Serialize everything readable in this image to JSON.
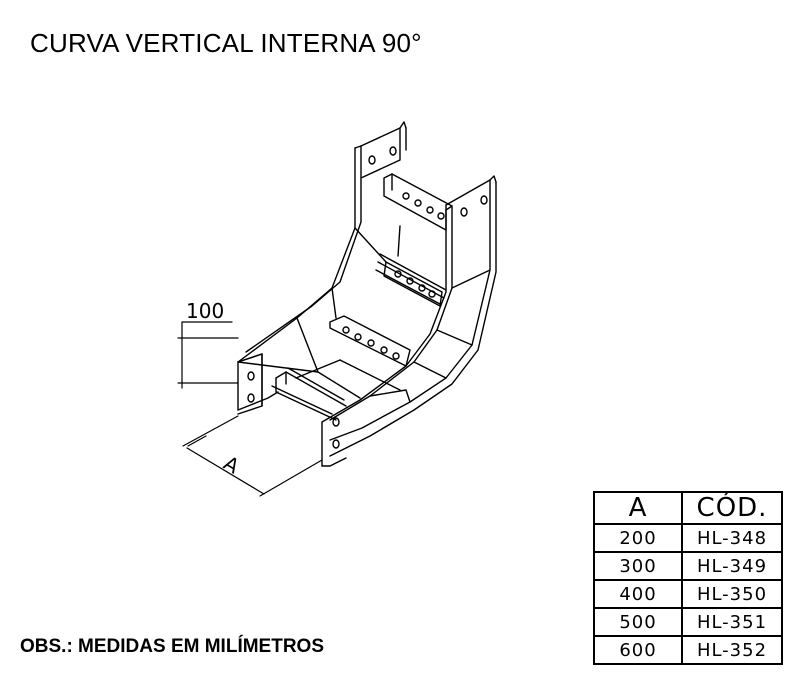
{
  "title": "CURVA VERTICAL INTERNA  90°",
  "note": "OBS.: MEDIDAS EM MILÍMETROS",
  "dimensions": {
    "height_label": "100",
    "width_label": "A"
  },
  "table": {
    "headers": [
      "A",
      "CÓD."
    ],
    "rows": [
      [
        "200",
        "HL-348"
      ],
      [
        "300",
        "HL-349"
      ],
      [
        "400",
        "HL-350"
      ],
      [
        "500",
        "HL-351"
      ],
      [
        "600",
        "HL-352"
      ]
    ]
  }
}
